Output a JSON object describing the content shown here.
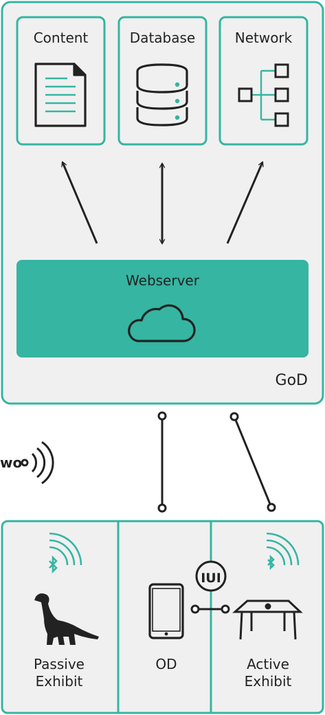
{
  "colors": {
    "accent": "#35b5a2",
    "panel_bg": "#f0f0f0",
    "panel_border": "#35b5a2",
    "stroke": "#222222"
  },
  "top_cards": [
    {
      "label": "Content",
      "icon": "document-icon"
    },
    {
      "label": "Database",
      "icon": "database-icon"
    },
    {
      "label": "Network",
      "icon": "network-tree-icon"
    }
  ],
  "webserver": {
    "label": "Webserver",
    "icon": "cloud-icon"
  },
  "container_label": "GoD",
  "wireless_label": "wo",
  "bottom_cells": [
    {
      "line1": "Passive",
      "line2": "Exhibit",
      "icon": "dinosaur-icon"
    },
    {
      "line1": "OD",
      "line2": "",
      "icon": "smartphone-icon"
    },
    {
      "line1": "Active",
      "line2": "Exhibit",
      "icon": "table-icon"
    }
  ],
  "connector_icon_text": "IUI"
}
